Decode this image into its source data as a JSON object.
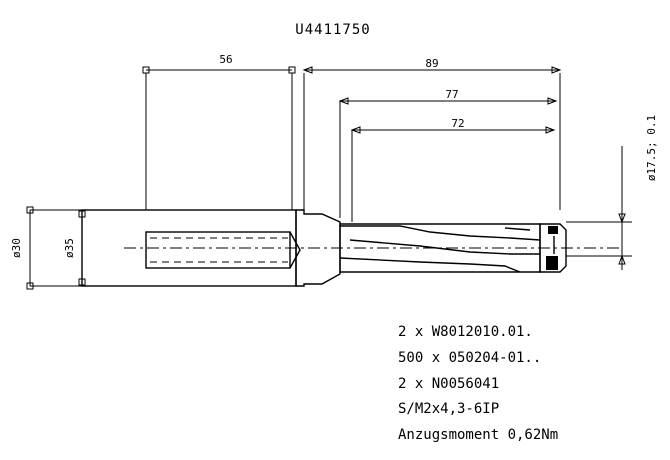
{
  "title": "U4411750",
  "dimensions": {
    "shank_length": "56",
    "overall_length": "89",
    "flute_length_1": "77",
    "flute_length_2": "72",
    "shank_diameter": "ø30",
    "bore_diameter": "ø35",
    "tool_diameter": "ø17.5; 0.1"
  },
  "specs": [
    "2 x W8012010.01.",
    "500 x 050204-01..",
    "2 x N0056041",
    "S/M2x4,3-6IP",
    "Anzugsmoment 0,62Nm"
  ]
}
